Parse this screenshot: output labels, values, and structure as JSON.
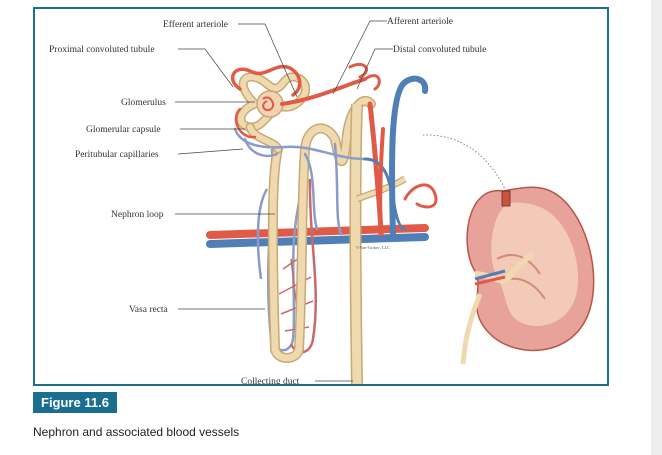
{
  "figure": {
    "badge": "Figure 11.6",
    "caption": "Nephron and associated blood vessels",
    "copyright": "©Van-Griner, LLC"
  },
  "labels": {
    "efferent_arteriole": "Efferent arteriole",
    "afferent_arteriole": "Afferent arteriole",
    "proximal_convoluted_tubule": "Proximal convoluted tubule",
    "distal_convoluted_tubule": "Distal convoluted tubule",
    "glomerulus": "Glomerulus",
    "glomerular_capsule": "Glomerular capsule",
    "peritubular_capillaries": "Peritubular capillaries",
    "nephron_loop": "Nephron loop",
    "vasa_recta": "Vasa recta",
    "collecting_duct": "Collecting duct"
  },
  "colors": {
    "frame_border": "#1a6f91",
    "badge_bg": "#1a6f91",
    "tubule": "#efd9ae",
    "tubule_outline": "#c9a874",
    "artery": "#e05a47",
    "vein": "#4f7fb6",
    "vasa": "#8a9cc8",
    "kidney": "#e7a29a"
  }
}
